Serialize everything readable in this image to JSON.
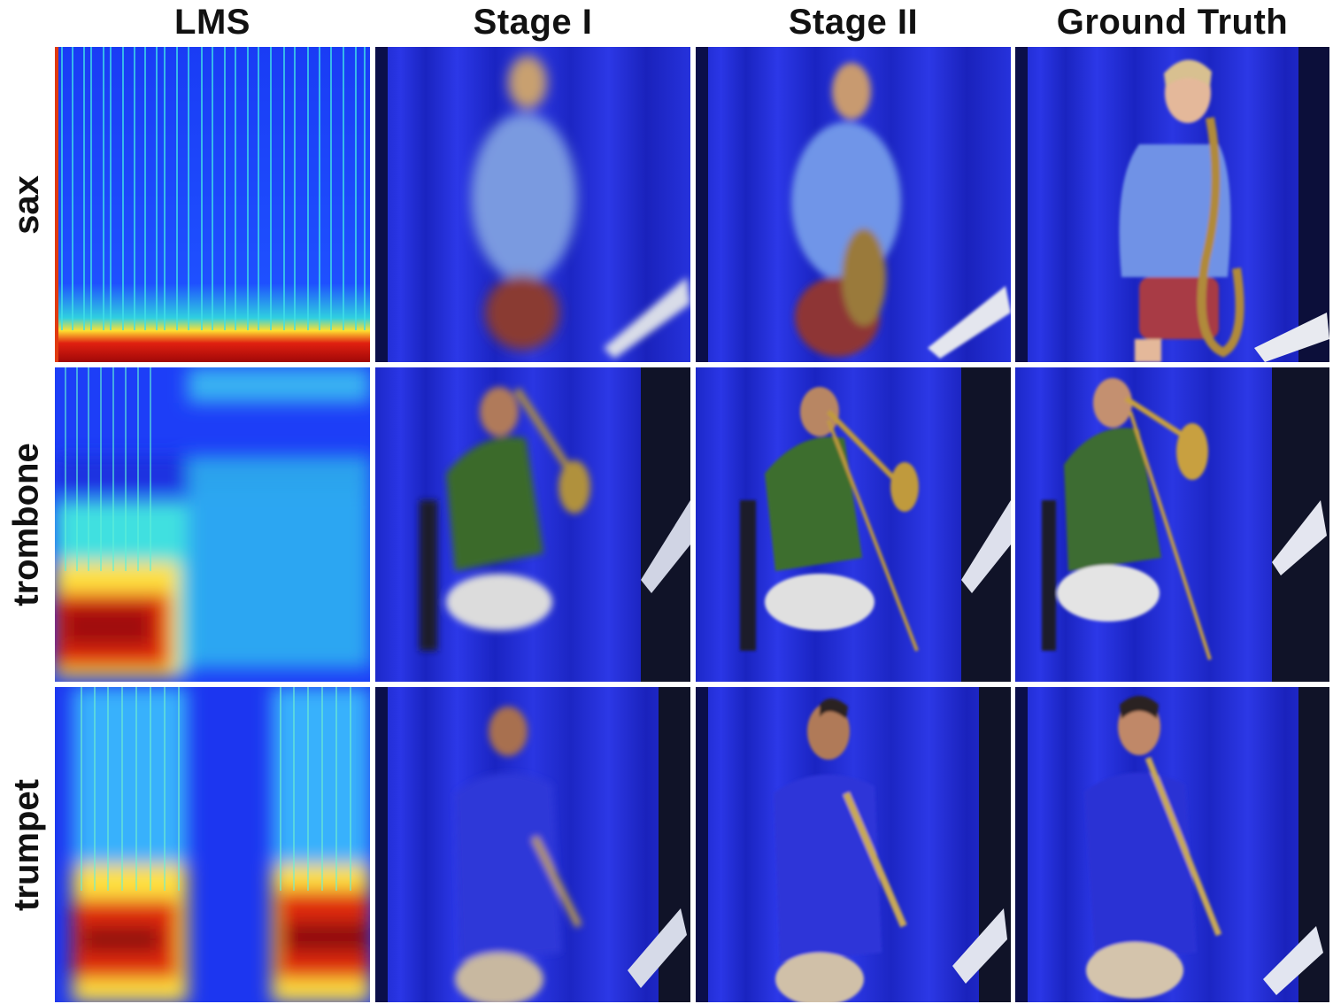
{
  "columns": [
    "LMS",
    "Stage I",
    "Stage II",
    "Ground Truth"
  ],
  "rows": [
    "sax",
    "trombone",
    "trumpet"
  ],
  "colors": {
    "curtain": "#1f2ad6",
    "curtain_dark": "#0c148a",
    "spectrogram_bg": "#1b3cff",
    "shirt_sax": "#5b86e6",
    "shirt_trombone": "#3b6b2a",
    "shirt_trumpet": "#2d34d8",
    "brass": "#b08a3a"
  }
}
